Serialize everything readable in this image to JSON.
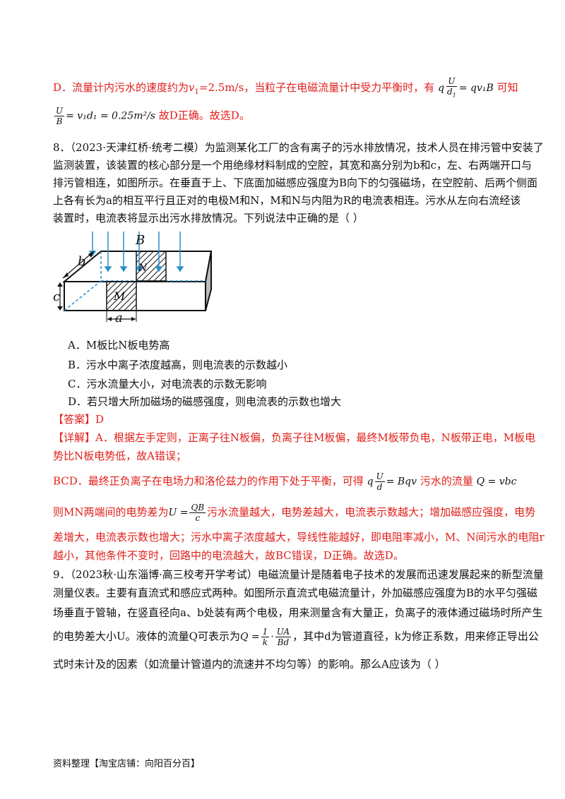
{
  "prev_solution": {
    "d_line_a": "D．流量计内污水的速度约为",
    "d_line_v": "v",
    "d_line_v_sub": "1",
    "d_line_val": "=2.5m/s，当粒子在电磁流量计中受力平衡时，有",
    "d_line_q": "q",
    "frac_u": "U",
    "frac_d1": "d",
    "frac_d1_sub": "1",
    "eq_rhs": "= qv₁B",
    "d_line_end": "可知",
    "result_frac_u": "U",
    "result_frac_b": "B",
    "result_eq": "= v₁d₁ = 0.25m²/s",
    "result_text": "故D正确。故选D。"
  },
  "q8": {
    "l1": "8．（2023·天津红桥·统考二模）为监测某化工厂的含有离子的污水排放情况，技术人员在排污管中安装了",
    "l2": "监测装置，该装置的核心部分是一个用绝缘材料制成的空腔，其宽和高分别为b和c，左、右两端开口与",
    "l3": "排污管相连，如图所示。在垂直于上、下底面加磁感应强度为B向下的匀强磁场，在空腔前、后两个侧面",
    "l4": "上各有长为a的相互平行且正对的电极M和N，M和N与内阻为R的电流表相连。污水从左向右流经该",
    "l5": "装置时，电流表将显示出污水排放情况。下列说法中正确的是（        ）",
    "options": [
      "A．M板比N板电势高",
      "B．污水中离子浓度越高，则电流表的示数越小",
      "C．污水流量大小，对电流表的示数无影响",
      "D．若只增大所加磁场的磁感强度，则电流表的示数也增大"
    ],
    "answer": "【答案】D",
    "detail_l1": "【详解】A．根据左手定则，正离子往N板偏，负离子往M板偏，最终M板带负电，N板带正电，M板电",
    "detail_l2": "势比N板电势低，故A错误；",
    "bcd_a": "BCD．最终正负离子在电场力和洛伦兹力的作用下处于平衡，可得",
    "bcd_q": "q",
    "bcd_frac_u": "U",
    "bcd_frac_d": "d",
    "bcd_eq": "= Bqv",
    "bcd_b": "污水的流量",
    "bcd_eq2": "Q = vbc",
    "mn_a": "则MN两端间的电势差为",
    "mn_eq": "U =",
    "mn_frac_n": "QB",
    "mn_frac_d": "c",
    "mn_b": "污水流量越大，电势差越大，电流表示数越大；增加磁感应强度，电势",
    "l_c1": "差增大，电流表示数也增大；污水中离子浓度越大，导线性能越好，即电阻率减小，M、N间污水的电阻r",
    "l_c2": "越小，其他条件不变时，回路中的电流越大，故BC错误，D正确。故选D。",
    "diagram_labels": {
      "b": "b",
      "B": "B",
      "N": "N",
      "c": "c",
      "M": "M",
      "a": "a"
    }
  },
  "q9": {
    "l1": "9．（2023秋·山东淄博·高三校考开学考试）电磁流量计是随着电子技术的发展而迅速发展起来的新型流量",
    "l2": "测量仪表。主要有直流式和感应式两种。如图所示直流式电磁流量计，外加磁感应强度为B的水平匀强磁",
    "l3": "场垂直于管轴，在竖直径向a、b处装有两个电极，用来测量含有大量正，负离子的液体通过磁场时所产生",
    "l4a": "的电势差大小U。液体的流量Q可表示为",
    "l4_eq": "Q =",
    "l4_f1n": "1",
    "l4_f1d": "k",
    "l4_f2n": "UA",
    "l4_f2d": "Bd",
    "l4b": "，其中d为管道直径，k为修正系数，用来修正导出公",
    "l5": "式时未计及的因素（如流量计管道内的流速并不均匀等）的影响。那么A应该为（        ）"
  },
  "footer": "资料整理【淘宝店铺：向阳百分百】"
}
